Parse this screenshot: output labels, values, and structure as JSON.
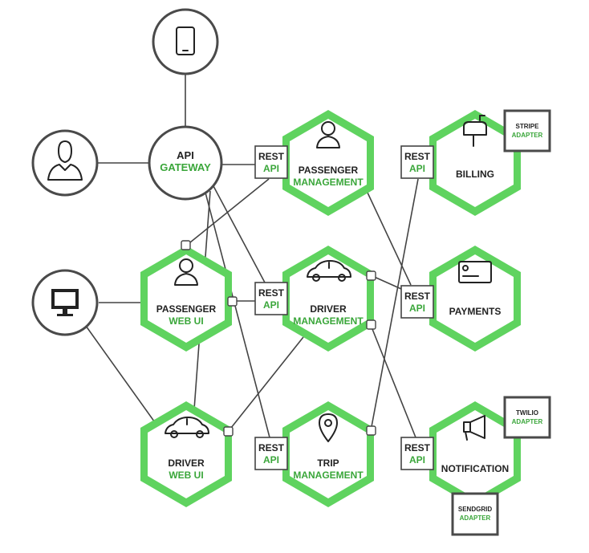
{
  "clients": {
    "mobile": {
      "icon": "mobile-phone-icon"
    },
    "user": {
      "icon": "user-icon"
    },
    "desktop": {
      "icon": "desktop-monitor-icon"
    }
  },
  "gateway": {
    "line1": "API",
    "line2": "GATEWAY"
  },
  "services": {
    "passenger_management": {
      "line1": "PASSENGER",
      "line2": "MANAGEMENT",
      "icon": "passenger-icon"
    },
    "billing": {
      "line1": "BILLING",
      "line2": "",
      "icon": "mailbox-icon"
    },
    "passenger_web_ui": {
      "line1": "PASSENGER",
      "line2": "WEB UI",
      "icon": "passenger-icon"
    },
    "driver_management": {
      "line1": "DRIVER",
      "line2": "MANAGEMENT",
      "icon": "car-icon"
    },
    "payments": {
      "line1": "PAYMENTS",
      "line2": "",
      "icon": "credit-card-icon"
    },
    "driver_web_ui": {
      "line1": "DRIVER",
      "line2": "WEB UI",
      "icon": "car-icon"
    },
    "trip_management": {
      "line1": "TRIP",
      "line2": "MANAGEMENT",
      "icon": "map-pin-icon"
    },
    "notification": {
      "line1": "NOTIFICATION",
      "line2": "",
      "icon": "megaphone-icon"
    }
  },
  "rest_api": {
    "line1": "REST",
    "line2": "API"
  },
  "adapters": {
    "stripe": {
      "line1": "STRIPE",
      "line2": "ADAPTER"
    },
    "twilio": {
      "line1": "TWILIO",
      "line2": "ADAPTER"
    },
    "sendgrid": {
      "line1": "SENDGRID",
      "line2": "ADAPTER"
    }
  },
  "colors": {
    "accent_green": "#5fd35f",
    "label_green": "#3aa63a",
    "text_dark": "#222222",
    "outline": "#4a4a4a"
  }
}
